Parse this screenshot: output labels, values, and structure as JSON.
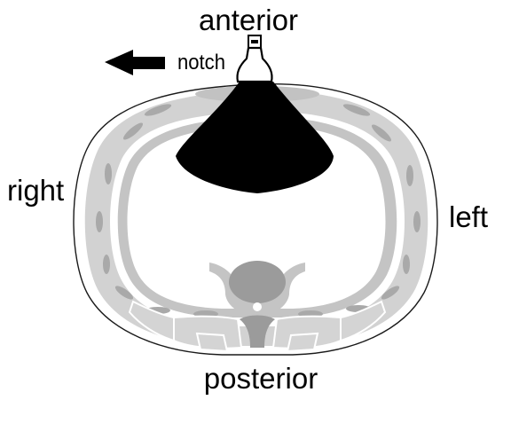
{
  "labels": {
    "anterior": "anterior",
    "posterior": "posterior",
    "right": "right",
    "left": "left",
    "notch": "notch"
  },
  "icons": {
    "notch_arrow": "arrow-left-icon",
    "probe": "ultrasound-probe-icon"
  },
  "colors": {
    "bone": "#c7c7c7",
    "bone_dark": "#a8a8a8",
    "vertebra": "#9b9b9b",
    "muscle": "#d4d4d4",
    "outline": "#1a1a1a",
    "beam": "#000000",
    "text": "#000000"
  }
}
